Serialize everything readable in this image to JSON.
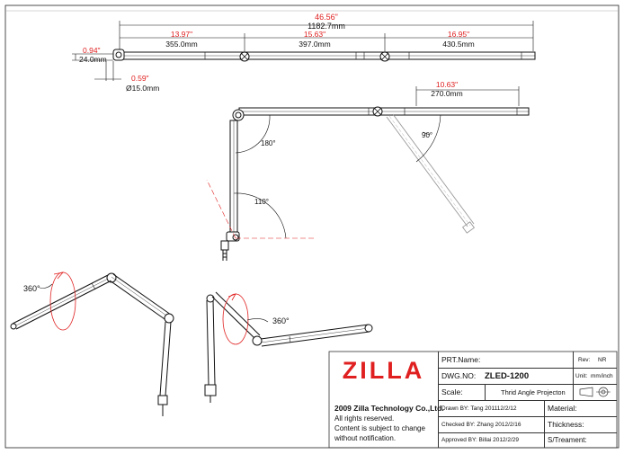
{
  "dimensions": {
    "total_in": "46.56\"",
    "total_mm": "1182.7mm",
    "seg1_in": "13.97\"",
    "seg1_mm": "355.0mm",
    "seg2_in": "15.63\"",
    "seg2_mm": "397.0mm",
    "seg3_in": "16.95\"",
    "seg3_mm": "430.5mm",
    "height_in": "0.94\"",
    "height_mm": "24.0mm",
    "dia_in": "0.59\"",
    "dia_mm": "Ø15.0mm",
    "arm_in": "10.63\"",
    "arm_mm": "270.0mm"
  },
  "angles": {
    "a1": "180°",
    "a2": "90°",
    "a3": "110°",
    "rot1": "360°",
    "rot2": "360°"
  },
  "title_block": {
    "logo": "ZILLA",
    "copyright": "2009 Zilla Technology Co.,Ltd.",
    "rights": "All rights reserved.",
    "notice1": "Content is subject to change",
    "notice2": "without notification.",
    "prt_name_label": "PRT.Name:",
    "rev_label": "Rev:",
    "rev_value": "NR",
    "dwg_label": "DWG.NO:",
    "dwg_value": "ZLED-1200",
    "unit_label": "Unit:",
    "unit_value": "mm/inch",
    "scale_label": "Scale:",
    "projection": "Thrid Angle Projecton",
    "drawn_by": "Drawn BY:  Tang  201112/2/12",
    "material_label": "Material:",
    "checked_by": "Checked BY:  Zhang  2012/2/16",
    "thickness_label": "Thickness:",
    "approved_by": "Approved BY:  Billai  2012/2/29",
    "treatment_label": "S/Treament:"
  },
  "colors": {
    "dimension_red": "#e02020",
    "line_black": "#111111"
  }
}
